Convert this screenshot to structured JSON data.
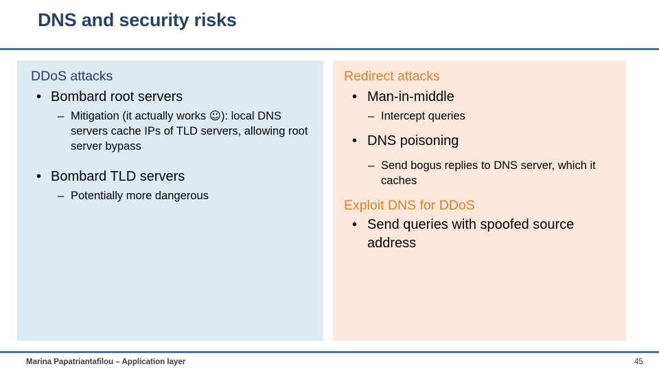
{
  "slide": {
    "title": "DNS and security risks",
    "page_number": "45",
    "footer": "Marina Papatriantafilou –  Application layer",
    "colors": {
      "title": "#2a4260",
      "rule": "#4a7396",
      "panel_left_bg": "#dcebf2",
      "panel_right_bg": "#fce8da",
      "heading_blue": "#26386b",
      "heading_orange": "#d9822b",
      "body_text": "#000000"
    }
  },
  "left_panel": {
    "heading": "DDoS attacks",
    "bullet1": {
      "marker": "•",
      "text": "Bombard root servers",
      "sub": {
        "marker": "–",
        "text_before_smiley": "Mitigation (it actually works ",
        "smiley": "☺",
        "text_after_smiley": "): local DNS servers cache IPs of TLD servers, allowing root server bypass"
      }
    },
    "bullet2": {
      "marker": "•",
      "text": "Bombard TLD servers",
      "sub": {
        "marker": "–",
        "text": "Potentially more dangerous"
      }
    }
  },
  "right_panel": {
    "heading1": "Redirect attacks",
    "bullet1": {
      "marker": "•",
      "text": "Man-in-middle",
      "sub": {
        "marker": "–",
        "text": "Intercept queries"
      }
    },
    "bullet2": {
      "marker": "•",
      "text": "DNS poisoning",
      "sub": {
        "marker": "–",
        "text": "Send bogus replies to DNS server, which it caches"
      }
    },
    "heading2": "Exploit DNS for DDoS",
    "bullet3": {
      "marker": "•",
      "text": "Send queries with spoofed source address"
    }
  }
}
